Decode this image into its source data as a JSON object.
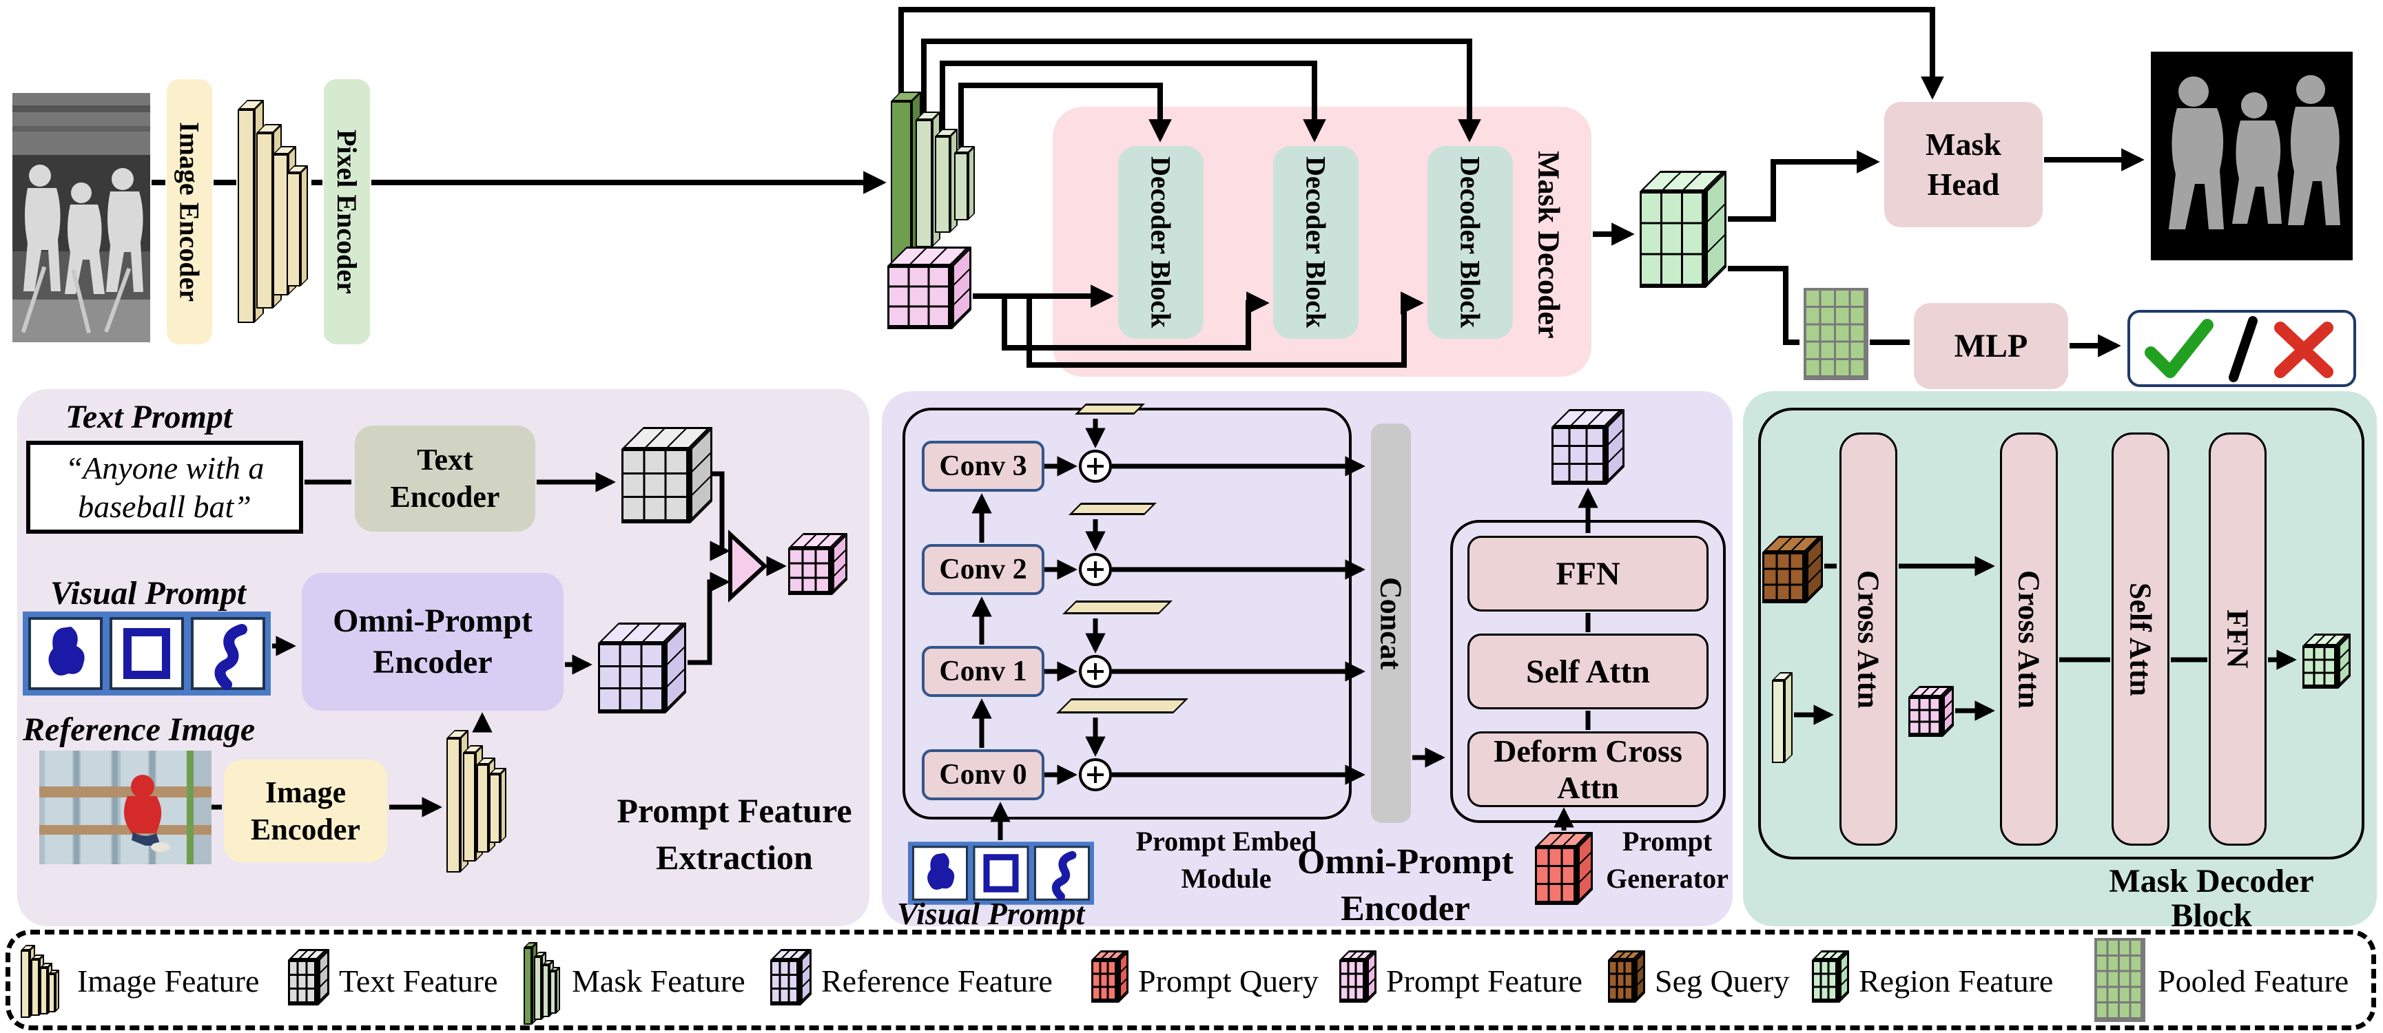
{
  "top": {
    "image_encoder": "Image Encoder",
    "pixel_encoder": "Pixel Encoder",
    "decoder_block": "Decoder Block",
    "mask_decoder": "Mask Decoder",
    "mask_head_l1": "Mask",
    "mask_head_l2": "Head",
    "mlp": "MLP"
  },
  "prompt_panel": {
    "title_l1": "Prompt Feature",
    "title_l2": "Extraction",
    "text_prompt_label": "Text Prompt",
    "quote_l1": "“Anyone with a",
    "quote_l2": "baseball bat”",
    "text_encoder_l1": "Text",
    "text_encoder_l2": "Encoder",
    "visual_prompt_label": "Visual Prompt",
    "omni_l1": "Omni-Prompt",
    "omni_l2": "Encoder",
    "reference_image_label": "Reference Image",
    "image_encoder_l1": "Image",
    "image_encoder_l2": "Encoder"
  },
  "omni_panel": {
    "title_l1": "Omni-Prompt",
    "title_l2": "Encoder",
    "conv": [
      "Conv 3",
      "Conv 2",
      "Conv 1",
      "Conv 0"
    ],
    "concat": "Concat",
    "ffn": "FFN",
    "self_attn": "Self Attn",
    "deform_cross_attn": "Deform Cross Attn",
    "pem_l1": "Prompt Embed",
    "pem_l2": "Module",
    "pg_l1": "Prompt",
    "pg_l2": "Generator",
    "visual_prompt_label": "Visual Prompt"
  },
  "decoder_panel": {
    "title_l1": "Mask Decoder",
    "title_l2": "Block",
    "cross_attn": "Cross Attn",
    "self_attn": "Self Attn",
    "ffn": "FFN"
  },
  "legend": {
    "items": [
      {
        "label": "Image Feature",
        "icon": "image-feature-stack-icon"
      },
      {
        "label": "Text Feature",
        "icon": "text-feature-cube-icon"
      },
      {
        "label": "Mask Feature",
        "icon": "mask-feature-stack-icon"
      },
      {
        "label": "Reference Feature",
        "icon": "reference-feature-cube-icon"
      },
      {
        "label": "Prompt Query",
        "icon": "prompt-query-cube-icon"
      },
      {
        "label": "Prompt Feature",
        "icon": "prompt-feature-cube-icon"
      },
      {
        "label": "Seg Query",
        "icon": "seg-query-cube-icon"
      },
      {
        "label": "Region Feature",
        "icon": "region-feature-cube-icon"
      },
      {
        "label": "Pooled Feature",
        "icon": "pooled-feature-grid-icon"
      }
    ]
  },
  "colors": {
    "image_encoder_bg": "#fcf0cc",
    "pixel_encoder_bg": "#d6eacf",
    "mask_decoder_panel_bg": "#fcdee3",
    "decoder_block_bg": "#cbe2da",
    "pink_module_bg": "#ecd3d6",
    "prompt_panel_bg": "#ede5ef",
    "omni_panel_bg": "#e6e1f4",
    "decoder_panel_bg": "#cde7df",
    "omni_encoder_bg": "#d8cdf2",
    "text_encoder_bg": "#d2d4c3",
    "concat_bg": "#c9c9c9",
    "check_green": "#22a121",
    "cross_red": "#d93025",
    "visual_prompt_blue": "#4a7ac7"
  }
}
